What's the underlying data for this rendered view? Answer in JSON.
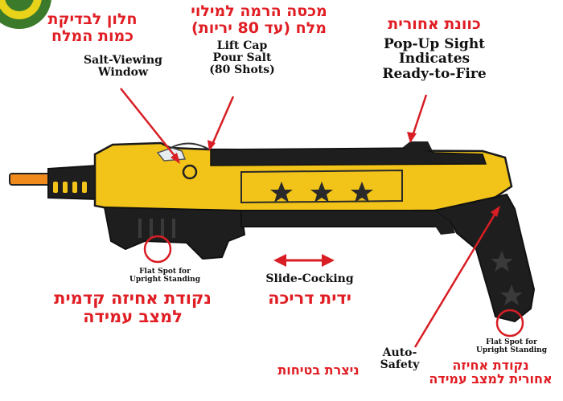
{
  "colors": {
    "label_he": "#e01e24",
    "label_en": "#111111",
    "body_yellow": "#f2c318",
    "body_black": "#1e1e1e",
    "orange": "#f08a1c",
    "arrow": "#d81e24",
    "logo_green": "#3b7a2a",
    "logo_yellow": "#e8d21a"
  },
  "labels": {
    "salt_window": {
      "he_line1": "חלון לבדיקת",
      "he_line2": "כמות המלח",
      "en_line1": "Salt-Viewing",
      "en_line2": "Window"
    },
    "lift_cap": {
      "he_line1": "מכסה הרמה למילוי",
      "he_line2": "מלח (עד 80 יריות)",
      "en_line1": "Lift Cap",
      "en_line2": "Pour Salt",
      "en_line3": "(80 Shots)"
    },
    "pop_up_sight": {
      "he": "כוונת אחורית",
      "en_line1": "Pop-Up Sight",
      "en_line2": "Indicates",
      "en_line3": "Ready-to-Fire"
    },
    "front_flat_spot": {
      "en_line1": "Flat Spot for",
      "en_line2": "Upright Standing",
      "he_line1": "נקודת אחיזה קדמית",
      "he_line2": "למצב עמידה"
    },
    "slide_cocking": {
      "en": "Slide-Cocking",
      "he": "ידית דריכה"
    },
    "auto_safety": {
      "en_line1": "Auto-",
      "en_line2": "Safety",
      "he": "ניצרת בטיחות"
    },
    "rear_flat_spot": {
      "en_line1": "Flat Spot for",
      "en_line2": "Upright Standing",
      "he_line1": "נקודת אחיזה",
      "he_line2": "אחורית למצב עמידה"
    }
  },
  "icons": {
    "logo": "round-badge-icon",
    "arrows": "red-pointer-arrow-icon",
    "double_arrow": "left-right-arrow-icon"
  }
}
